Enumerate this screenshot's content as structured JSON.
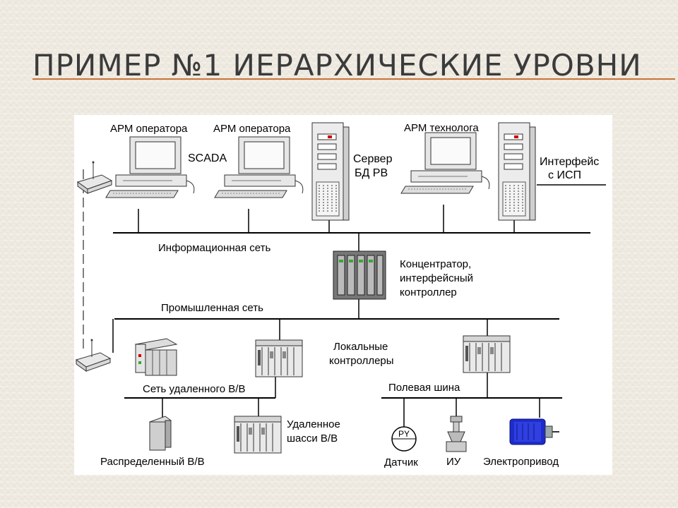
{
  "title": "Пример №1 Иерархические уровни",
  "labels": {
    "arm_operator_1": "АРМ оператора",
    "arm_operator_2": "АРМ оператора",
    "scada": "SCADA",
    "server_l1": "Сервер",
    "server_l2": "БД РВ",
    "arm_technologist": "АРМ технолога",
    "isp_l1": "Интерфейс",
    "isp_l2": "с ИСП",
    "info_network": "Информационная сеть",
    "hub_l1": "Концентратор,",
    "hub_l2": "интерфейсный",
    "hub_l3": "контроллер",
    "industrial_network": "Промышленная сеть",
    "local_l1": "Локальные",
    "local_l2": "контроллеры",
    "remote_io_network": "Сеть удаленного В/В",
    "fieldbus": "Полевая шина",
    "remote_chassis_l1": "Удаленное",
    "remote_chassis_l2": "шасси В/В",
    "distributed_io": "Распределенный В/В",
    "sensor": "Датчик",
    "sensor_symbol": "PY",
    "actuator": "ИУ",
    "electric_drive": "Электропривод"
  },
  "colors": {
    "title_rule": "#c8743a",
    "motor": "#1e2ccc"
  }
}
